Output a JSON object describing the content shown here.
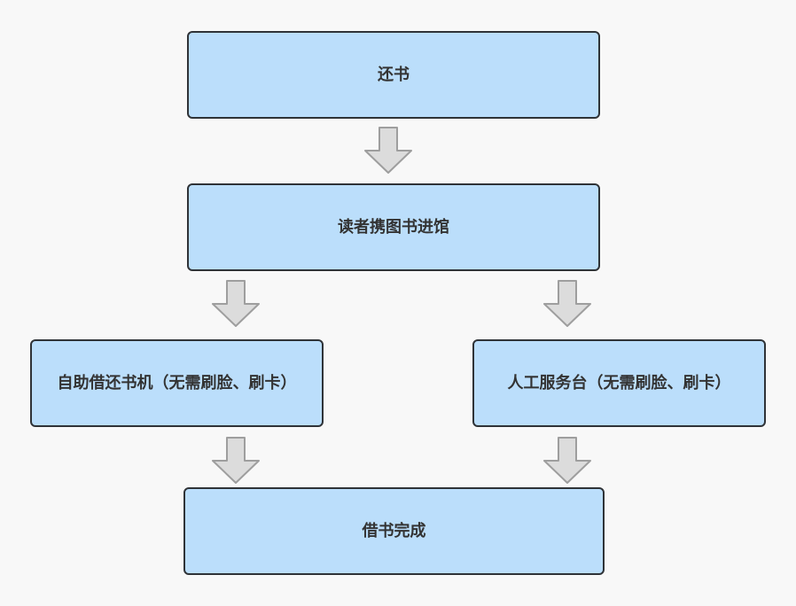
{
  "nodes": {
    "return_book": "还书",
    "reader_brings_book": "读者携图书进馆",
    "self_service": "自助借还书机（无需刷脸、刷卡）",
    "manual_desk": "人工服务台（无需刷脸、刷卡）",
    "borrow_complete": "借书完成"
  },
  "colors": {
    "node_fill": "#bbdefb",
    "node_border": "#2f3337",
    "arrow_fill": "#dcdcdc",
    "arrow_border": "#9e9e9e",
    "background": "#f8f8f8"
  }
}
